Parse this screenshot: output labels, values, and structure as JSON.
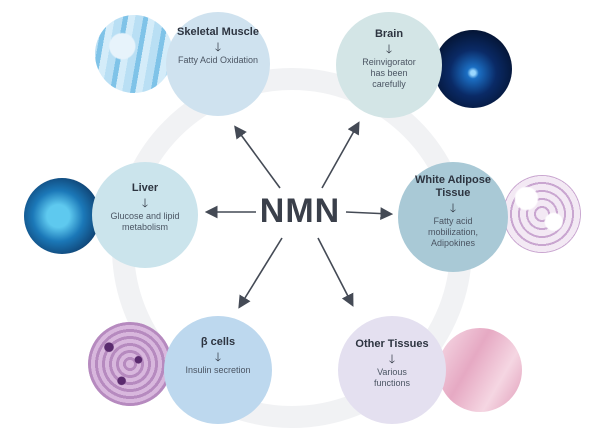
{
  "center": {
    "label": "NMN"
  },
  "nodes": {
    "skeletal_muscle": {
      "title": "Skeletal Muscle",
      "desc": "Fatty Acid Oxidation"
    },
    "brain": {
      "title": "Brain",
      "desc": "Reinvigorator has been carefully"
    },
    "liver": {
      "title": "Liver",
      "desc": "Glucose and lipid metabolism"
    },
    "white_adipose": {
      "title": "White Adipose Tissue",
      "desc": "Fatty acid mobilization, Adipokines"
    },
    "beta_cells": {
      "title": "β cells",
      "desc": "Insulin secretion"
    },
    "other_tissues": {
      "title": "Other Tissues",
      "desc": "Various functions"
    }
  },
  "icons": {
    "arrow": "down-arrow-icon",
    "photos": [
      "muscle-tissue-photo",
      "brain-neurons-photo",
      "liver-scan-photo",
      "adipose-tissue-photo",
      "beta-cell-photo",
      "tissue-section-photo"
    ]
  },
  "colors": {
    "center_text": "#3a3f4a",
    "ring": "#f1f2f4",
    "arrow": "#444a55"
  }
}
